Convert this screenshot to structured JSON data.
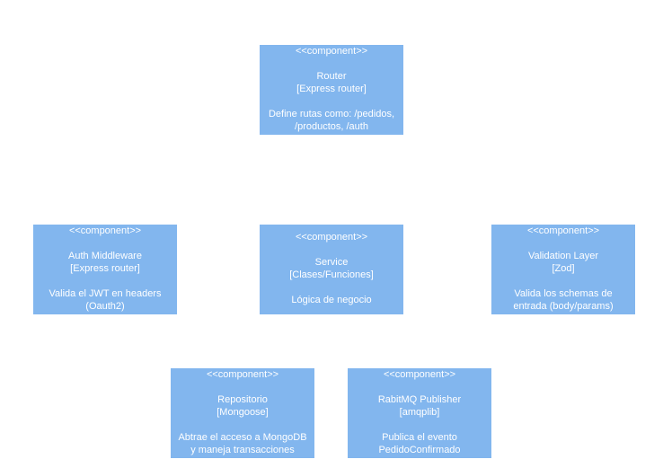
{
  "components": {
    "router": {
      "stereotype": "<<component>>",
      "name": "Router",
      "tech": "[Express router]",
      "desc": "Define rutas como: /pedidos,\n/productos, /auth"
    },
    "auth": {
      "stereotype": "<<component>>",
      "name": "Auth Middleware",
      "tech": "[Express router]",
      "desc": "Valida el JWT en headers\n(Oauth2)"
    },
    "service": {
      "stereotype": "<<component>>",
      "name": "Service",
      "tech": "[Clases/Funciones]",
      "desc": "Lógica de negocio"
    },
    "validation": {
      "stereotype": "<<component>>",
      "name": "Validation Layer",
      "tech": "[Zod]",
      "desc": "Valida los schemas de\nentrada (body/params)"
    },
    "repository": {
      "stereotype": "<<component>>",
      "name": "Repositorio",
      "tech": "[Mongoose]",
      "desc": "Abtrae el acceso a MongoDB\ny maneja transacciones"
    },
    "rabbitmq": {
      "stereotype": "<<component>>",
      "name": "RabitMQ Publisher",
      "tech": "[amqplib]",
      "desc": "Publica el evento\nPedidoConfirmado"
    }
  },
  "colors": {
    "component_fill": "#82b6ee",
    "component_text": "#ffffff",
    "background": "#ffffff"
  }
}
